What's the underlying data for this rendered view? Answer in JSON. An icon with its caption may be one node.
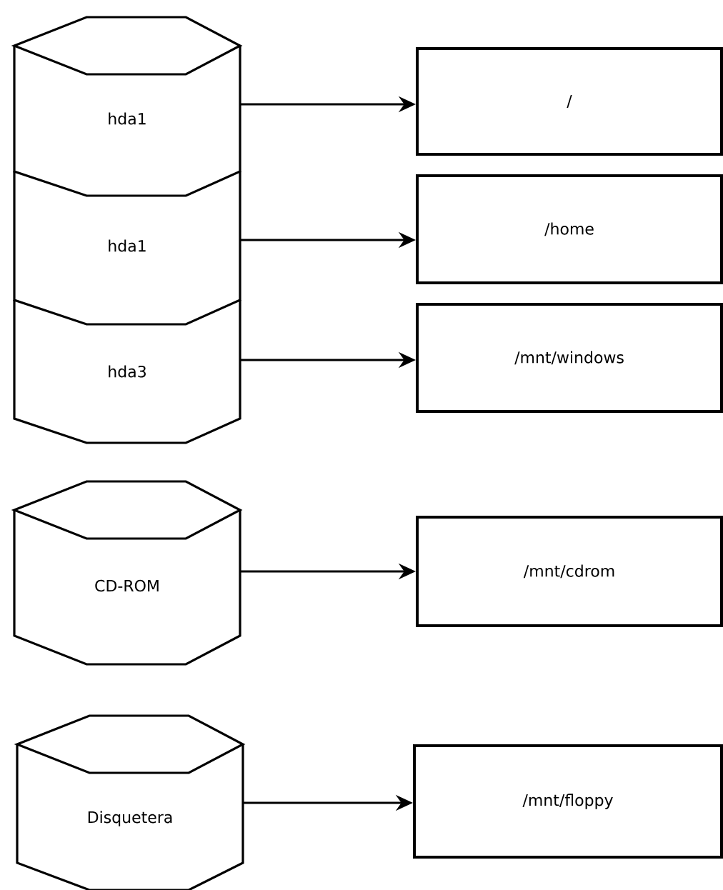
{
  "diagram": {
    "nodes": [
      {
        "text": [
          "hda1"
        ]
      },
      {
        "text": [
          "/"
        ]
      },
      {
        "text": [
          "hda1"
        ]
      },
      {
        "text": [
          "/home"
        ]
      },
      {
        "text": [
          "hda3"
        ]
      },
      {
        "text": [
          "/mnt/windows"
        ]
      },
      {
        "text": [
          "CD-ROM"
        ]
      },
      {
        "text": [
          "/mnt/cdrom"
        ]
      },
      {
        "text": [
          "Disquetera"
        ]
      },
      {
        "text": [
          "/mnt/floppy"
        ]
      }
    ],
    "edges": [
      {
        "from": 0,
        "to": 1,
        "arrow": "to"
      },
      {
        "from": 2,
        "to": 3,
        "arrow": "to"
      },
      {
        "from": 4,
        "to": 5,
        "arrow": "to"
      },
      {
        "from": 6,
        "to": 7,
        "arrow": "to"
      },
      {
        "from": 8,
        "to": 9,
        "arrow": "to"
      }
    ]
  }
}
